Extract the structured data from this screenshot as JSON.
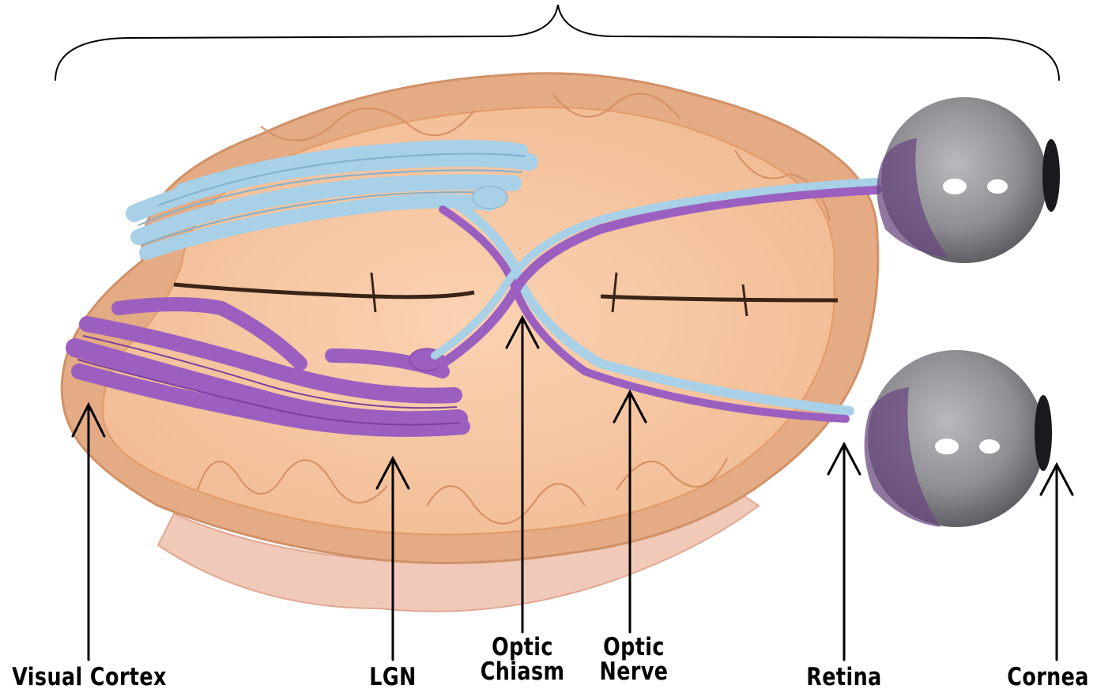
{
  "labels": {
    "visual_cortex": "Visual Cortex",
    "lgn": "LGN",
    "optic_chiasm": [
      "Optic",
      "Chiasm"
    ],
    "optic_nerve": [
      "Optic",
      "Nerve"
    ],
    "retina": "Retina",
    "cornea": "Cornea"
  },
  "colors": {
    "brain_tissue": "#e4ab84",
    "brain_white_matter": "#f6c7a4",
    "brain_underside": "#f1c9b8",
    "left_visual_pathway": "#a8d0e6",
    "right_visual_pathway": "#9b5fc0",
    "eyeball": "#8e8e93",
    "iris": "#6a4a80",
    "pointer": "#000000"
  }
}
